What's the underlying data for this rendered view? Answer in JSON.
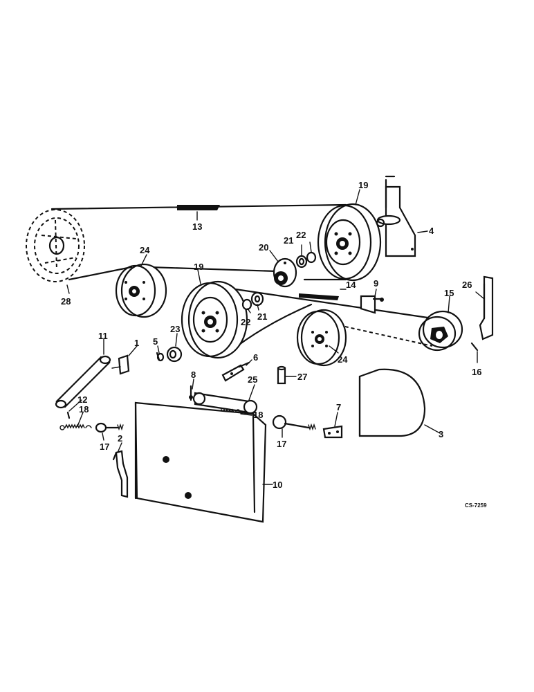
{
  "callouts": {
    "c1": "1",
    "c2": "2",
    "c3": "3",
    "c4": "4",
    "c5": "5",
    "c6": "6",
    "c7": "7",
    "c8": "8",
    "c9": "9",
    "c10": "10",
    "c11": "11",
    "c12": "12",
    "c13": "13",
    "c14": "14",
    "c15": "15",
    "c16": "16",
    "c17a": "17",
    "c17b": "17",
    "c18a": "18",
    "c18b": "18",
    "c19a": "19",
    "c19b": "19",
    "c20": "20",
    "c21a": "21",
    "c21b": "21",
    "c22a": "22",
    "c22b": "22",
    "c23": "23",
    "c24a": "24",
    "c24b": "24",
    "c25": "25",
    "c26": "26",
    "c27": "27",
    "c28": "28"
  },
  "drawing_code": "CS-7259"
}
